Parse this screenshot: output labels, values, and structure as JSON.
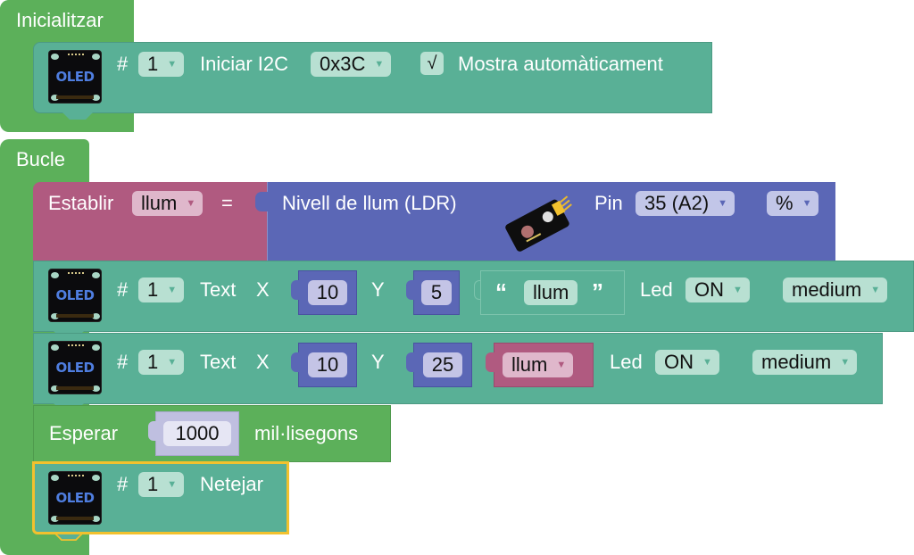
{
  "init_block": {
    "title": "Inicialitzar",
    "oled_init": {
      "icon_label": "OLED",
      "hash": "#",
      "display_number": "1",
      "action": "Iniciar I2C",
      "address": "0x3C",
      "auto_show_checked": true,
      "check_glyph": "√",
      "auto_show_label": "Mostra automàticament"
    }
  },
  "loop_block": {
    "title": "Bucle",
    "set_var": {
      "label": "Establir",
      "variable": "llum",
      "equals": "=",
      "sensor": {
        "label": "Nivell de llum (LDR)",
        "pin_label": "Pin",
        "pin": "35 (A2)",
        "unit": "%"
      }
    },
    "text1": {
      "icon_label": "OLED",
      "hash": "#",
      "display_number": "1",
      "label": "Text",
      "x_label": "X",
      "x_value": "10",
      "y_label": "Y",
      "y_value": "5",
      "open_quote": "“",
      "string_value": "llum",
      "close_quote": "”",
      "led_label": "Led",
      "led": "ON",
      "size": "medium"
    },
    "text2": {
      "icon_label": "OLED",
      "hash": "#",
      "display_number": "1",
      "label": "Text",
      "x_label": "X",
      "x_value": "10",
      "y_label": "Y",
      "y_value": "25",
      "variable": "llum",
      "led_label": "Led",
      "led": "ON",
      "size": "medium"
    },
    "wait": {
      "label": "Esperar",
      "value": "1000",
      "unit": "mil·lisegons"
    },
    "clear": {
      "icon_label": "OLED",
      "hash": "#",
      "display_number": "1",
      "label": "Netejar",
      "selected": true
    }
  },
  "colors": {
    "control_green": "#5cb05a",
    "oled_teal": "#59b096",
    "variable_pink": "#b05a80",
    "sensor_blue": "#5b67b6",
    "selection_yellow": "#f2c12e"
  },
  "arrow": "▼"
}
